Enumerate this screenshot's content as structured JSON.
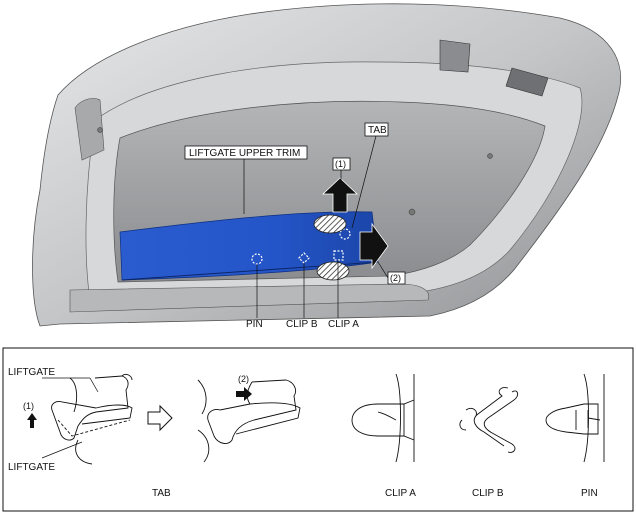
{
  "colors": {
    "trim_panel": "#2455c8",
    "trim_panel_light": "#4a7be0",
    "door_metal": "#c9cbcd",
    "door_shadow": "#7d7f82",
    "inner_panel": "#9a9c9e",
    "hatch": "#333333"
  },
  "main_view": {
    "trim_label": "LIFTGATE UPPER TRIM",
    "tab_label": "TAB",
    "step1_label": "(1)",
    "step2_label": "(2)",
    "pin_label": "PIN",
    "clipb_label": "CLIP B",
    "clipa_label": "CLIP A"
  },
  "detail_panel": {
    "liftgate_top_label": "LIFTGATE",
    "liftgate_bottom_label": "LIFTGATE",
    "step1_label": "(1)",
    "step2_label": "(2)",
    "tab_caption": "TAB",
    "clipa_caption": "CLIP A",
    "clipb_caption": "CLIP B",
    "pin_caption": "PIN"
  },
  "icons": [
    "up-arrow-icon",
    "right-arrow-icon",
    "hollow-right-arrow-icon",
    "hatched-oval-icon",
    "clip-marker-icon"
  ]
}
